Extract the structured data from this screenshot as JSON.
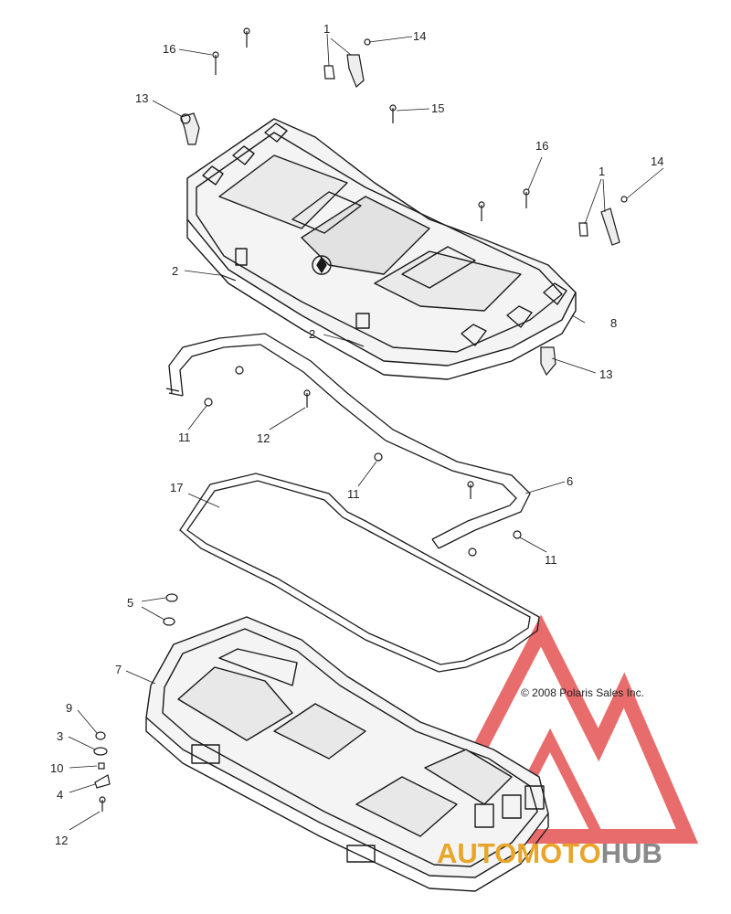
{
  "callouts": [
    {
      "id": "c1a",
      "label": "1"
    },
    {
      "id": "c14a",
      "label": "14"
    },
    {
      "id": "c16a",
      "label": "16"
    },
    {
      "id": "c13a",
      "label": "13"
    },
    {
      "id": "c15",
      "label": "15"
    },
    {
      "id": "c16b",
      "label": "16"
    },
    {
      "id": "c1b",
      "label": "1"
    },
    {
      "id": "c14b",
      "label": "14"
    },
    {
      "id": "c2a",
      "label": "2"
    },
    {
      "id": "c8",
      "label": "8"
    },
    {
      "id": "c2b",
      "label": "2"
    },
    {
      "id": "c13b",
      "label": "13"
    },
    {
      "id": "c11a",
      "label": "11"
    },
    {
      "id": "c12a",
      "label": "12"
    },
    {
      "id": "c11b",
      "label": "11"
    },
    {
      "id": "c6",
      "label": "6"
    },
    {
      "id": "c17",
      "label": "17"
    },
    {
      "id": "c11c",
      "label": "11"
    },
    {
      "id": "c5",
      "label": "5"
    },
    {
      "id": "c7",
      "label": "7"
    },
    {
      "id": "c9",
      "label": "9"
    },
    {
      "id": "c3",
      "label": "3"
    },
    {
      "id": "c10",
      "label": "10"
    },
    {
      "id": "c4",
      "label": "4"
    },
    {
      "id": "c12b",
      "label": "12"
    }
  ],
  "copyright": "© 2008 Polaris Sales Inc.",
  "watermark": {
    "part1": "AUTOMOTO",
    "part2": "HUB",
    "color_primary": "#e8a52a",
    "color_secondary": "#8a8a8a",
    "logo_color": "#e23b3b"
  }
}
